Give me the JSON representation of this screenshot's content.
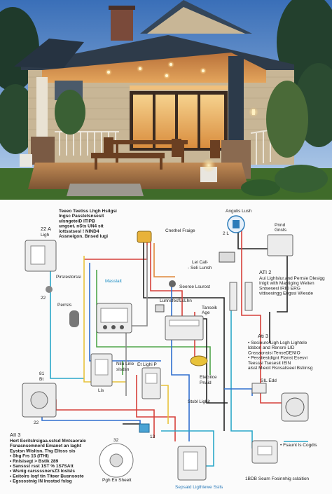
{
  "colors": {
    "sky_top": "#3a6fb8",
    "sky_bottom": "#bcd4ee",
    "siding": "#c8b696",
    "roof": "#2e3b4a",
    "ceiling_glow": "#e4a55c",
    "deck": "#a7774a",
    "lawn": "#3f6b2a",
    "wire_red": "#d6403a",
    "wire_blue": "#2f6fd0",
    "wire_cyan": "#2aa7c9",
    "wire_yellow": "#e8c23a",
    "wire_green": "#4fa64a",
    "wire_black": "#222222",
    "wire_gray": "#8a8a8a",
    "wire_orange": "#e0883a"
  },
  "diagram": {
    "labels": {
      "top_note": [
        "Teeeo Teetiss Lhgh Hsilgsi",
        "Ingsc Passtetsnsesit",
        "ulsngeteiD ITIPB",
        "ungsot. nSts UN4 sit",
        "iottsstsesl ! NIND4",
        "Assneigon. Bnsed Iugi"
      ],
      "angulis_lush": "Angulis Lush",
      "22_a": "22 A",
      "light_a": "Ligh",
      "cnethel_fraige": "Cnethel Fraige",
      "panel_top_right": "Pnnd",
      "panel_top_right_2": "Gnsts",
      "2_l": "2 L",
      "lit_cali": "Lei Cali·",
      "seli_lunsh": "- Seli Lunsh",
      "pirsrestorssi": "Pirsrestorssi",
      "masslat": "Masslalt",
      "22_b": "22",
      "rerrsls": "Perrsls",
      "seeroe_lsurost": "Seeroe Lsurost",
      "lunnsfect": "LunnsfecfLsLhn",
      "tanseik_age": "Tanseik",
      "age": "Age",
      "ati2_title": "ATI 2",
      "ati2_lines": [
        "Aui Lighlslur.and Perrsie Dlesigg",
        "Inigit wlth Mastiging Weiten",
        "Sntsesesl IRID ERG",
        "vittisesingg Eugssi Wiesde"
      ],
      "new_line": "Nilu Lirie",
      "new_line_2": "slsdsn",
      "new_line_3": "Lis",
      "ati3_title": "Ati 3",
      "ati3_lines": [
        "• Sesieuro Ligh Lsgh Lightele",
        "ldsbon and Rensre LID",
        "Cnssaonsisi TenseDENIO",
        "• Pesstiestdignt Flanst Esesvi",
        "Teesssi Tsesesit IEIN",
        "alsst Mieoit Rsnsatsieel Bstiinsg"
      ],
      "et_light_p": "Et Lighi P",
      "electre_p": "Etecitice",
      "electre_p_2": "Pnaid",
      "sill_edd": "SIL Edd",
      "stab_light": "Stsbl Lighit",
      "81_a": "81",
      "bt_a": "Bt",
      "22_c": "22",
      "stenoes_title": "AII 3",
      "stenoes_lines": [
        "Hert Eeritslrsigaa.sstsd Mntsaorale",
        "Fsnasnsemnerd Emanet an Iaght",
        "Eystsn Wisltsn. Thg Eltsss sis",
        "• Shg Frs 15 (ITHI)",
        "• Rnlsisegt > Bstlk 289",
        "• Sanssst rsst 1ST % 1S7SAtt",
        "• Wsnig carssssnersZ3 Ioslsls",
        "• Eeitolrs Isqf tin Tlteer Busnsoste",
        "• Egsssstnig IN Insstsd fslsg"
      ],
      "pgh_en_sheelt": "Pgh En Sheelt",
      "sepsaid_lighttoter": "Sepsaid Ligthlewe Sslls",
      "13_a": "13",
      "32": "32",
      "fsaunt_ls_cogdis": "• Fsaunt ls Cogdis",
      "18db_seam": "1BDB Seam Fosinnhig sslaition"
    }
  }
}
